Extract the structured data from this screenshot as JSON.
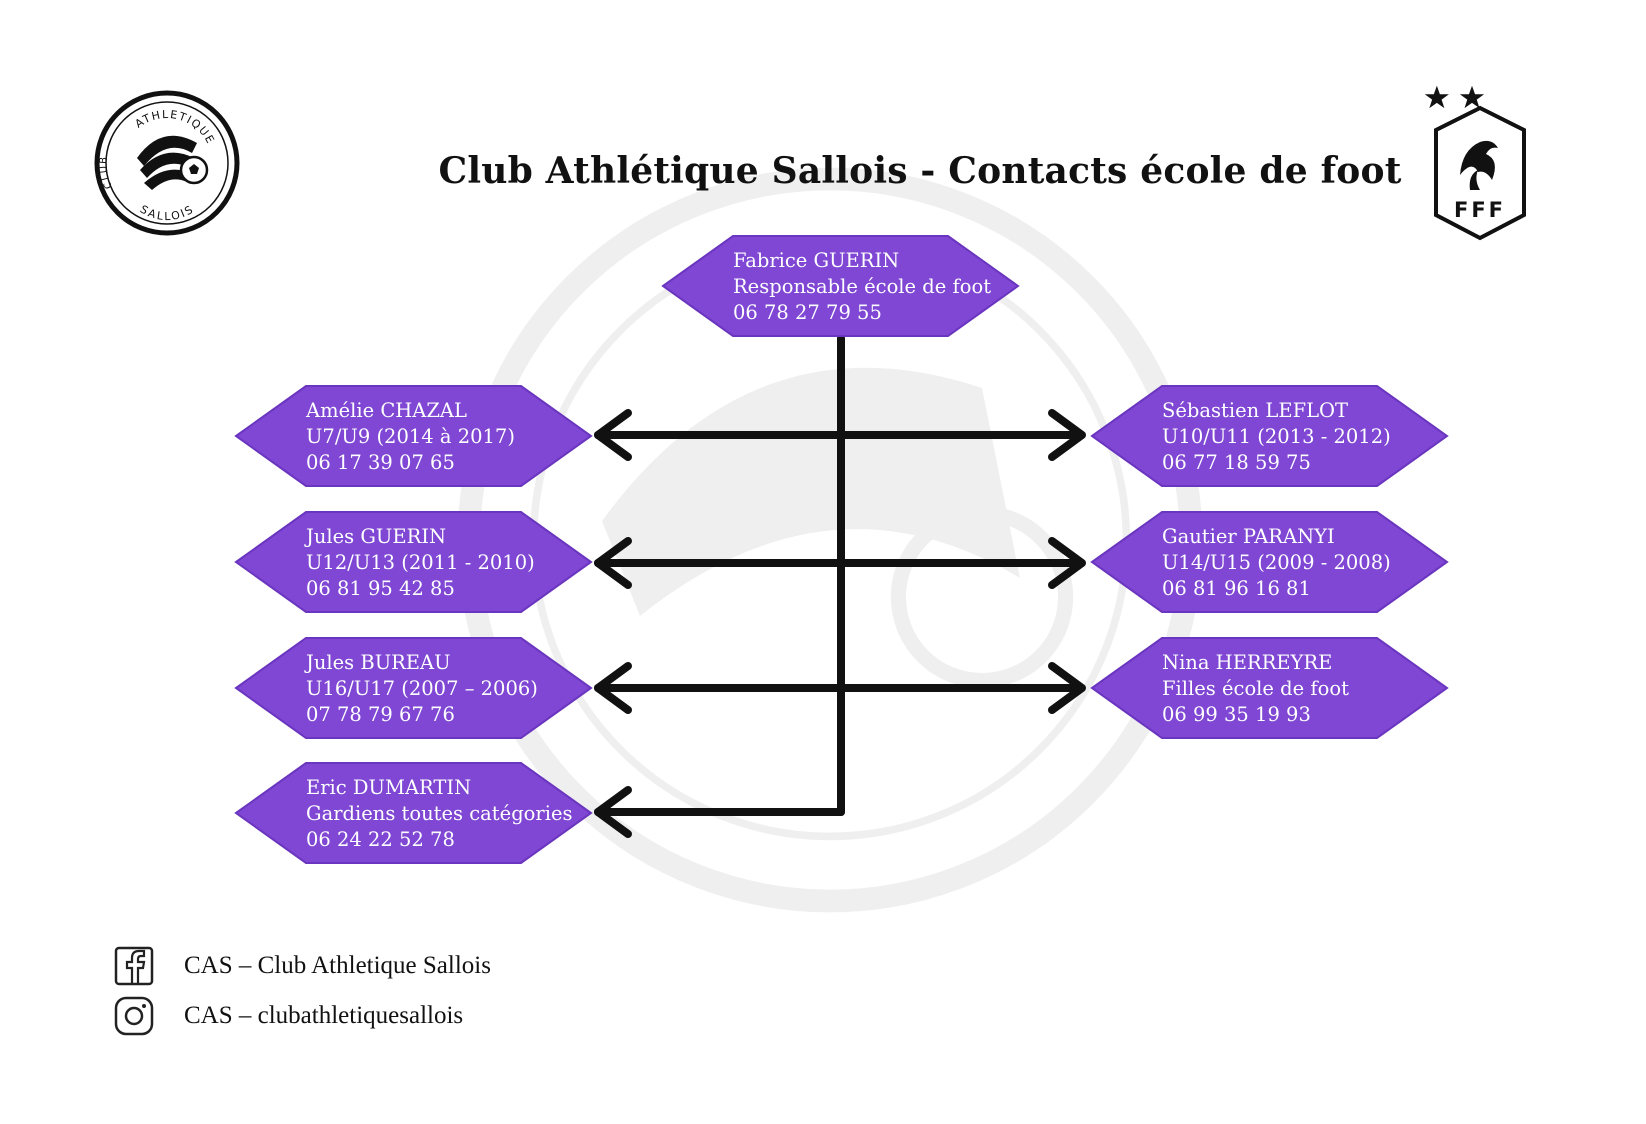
{
  "title": "Club Athlétique Sallois - Contacts école de foot",
  "logo_left": {
    "top_text": "ATHLETIQUE",
    "left_text": "CLUB",
    "bottom_text": "SALLOIS"
  },
  "logo_right": {
    "text": "FFF",
    "stars": 2
  },
  "colors": {
    "box_fill": "#7f47d3",
    "box_stroke": "#6a35bf",
    "connector": "#111111",
    "text": "#ffffff"
  },
  "diagram": {
    "root": {
      "lines": [
        "Fabrice GUERIN",
        "Responsable école de foot",
        "06 78 27 79 55"
      ]
    },
    "left": [
      {
        "lines": [
          "Amélie CHAZAL",
          "U7/U9 (2014 à 2017)",
          "06 17 39 07 65"
        ]
      },
      {
        "lines": [
          "Jules GUERIN",
          "U12/U13 (2011 - 2010)",
          "06 81 95 42 85"
        ]
      },
      {
        "lines": [
          "Jules BUREAU",
          "U16/U17 (2007 – 2006)",
          "07 78 79 67 76"
        ]
      },
      {
        "lines": [
          "Eric DUMARTIN",
          "Gardiens toutes catégories",
          "06 24 22 52 78"
        ]
      }
    ],
    "right": [
      {
        "lines": [
          "Sébastien LEFLOT",
          "U10/U11 (2013 - 2012)",
          "06 77 18 59 75"
        ]
      },
      {
        "lines": [
          "Gautier PARANYI",
          "U14/U15 (2009 - 2008)",
          "06 81 96 16 81"
        ]
      },
      {
        "lines": [
          "Nina HERREYRE",
          "Filles école de foot",
          "06 99 35 19 93"
        ]
      }
    ]
  },
  "social": [
    {
      "icon": "facebook-icon",
      "label": "CAS – Club Athletique Sallois"
    },
    {
      "icon": "instagram-icon",
      "label": "CAS – clubathletiquesallois"
    }
  ]
}
